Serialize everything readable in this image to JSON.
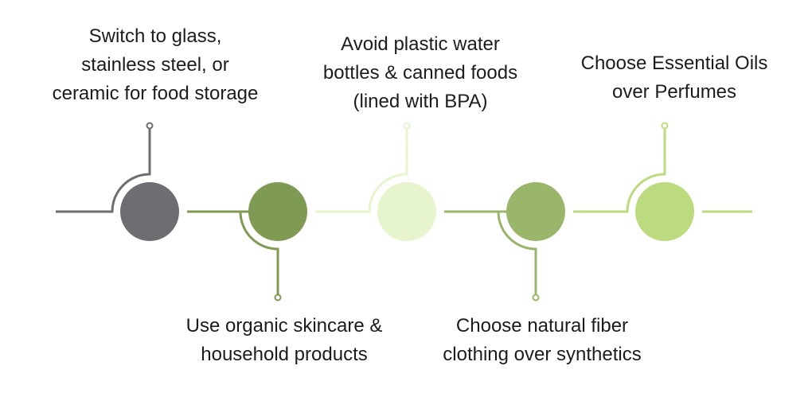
{
  "steps": [
    {
      "label_lines": [
        "Switch to glass,",
        "stainless steel, or",
        "ceramic for food storage"
      ],
      "color": "#6d6e71",
      "position": "top"
    },
    {
      "label_lines": [
        "Use organic skincare &",
        "household products"
      ],
      "color": "#7f9b53",
      "position": "bottom"
    },
    {
      "label_lines": [
        "Avoid plastic water",
        "bottles & canned foods",
        "(lined with BPA)"
      ],
      "color": "#e6f5cd",
      "position": "top"
    },
    {
      "label_lines": [
        "Choose natural fiber",
        "clothing over synthetics"
      ],
      "color": "#9ab66a",
      "position": "bottom"
    },
    {
      "label_lines": [
        "Choose Essential Oils",
        "over Perfumes"
      ],
      "color": "#bbdb7e",
      "position": "top"
    }
  ]
}
